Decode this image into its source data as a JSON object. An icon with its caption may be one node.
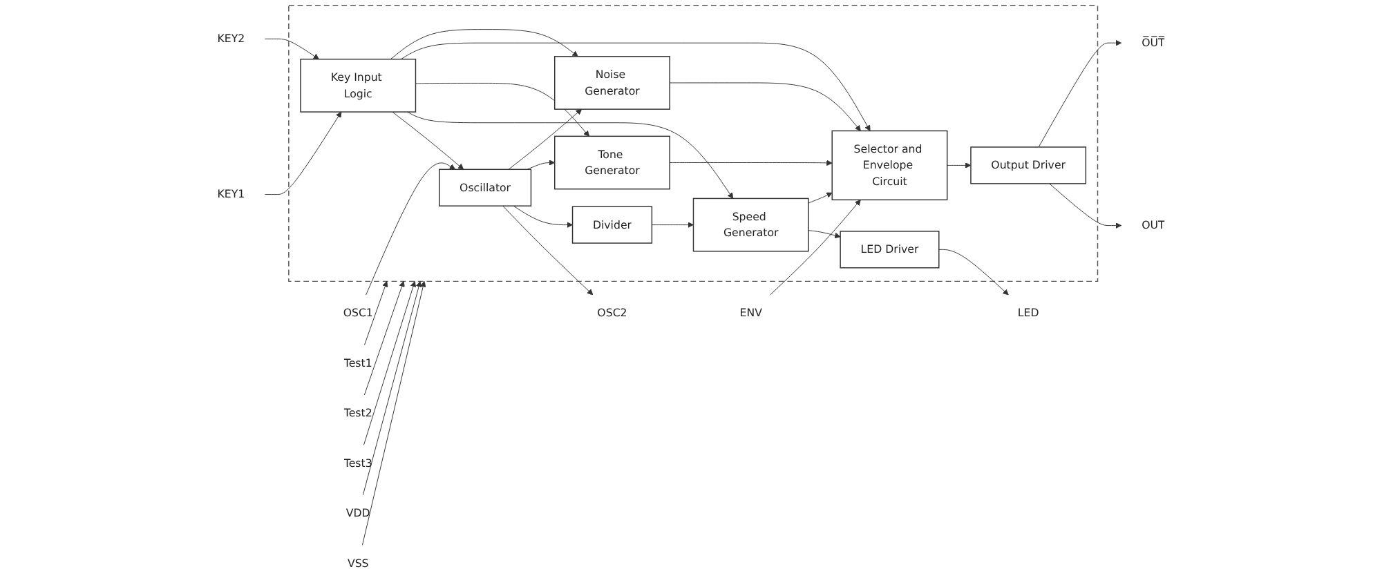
{
  "diagram": {
    "nodes": [
      {
        "text": [],
        "shape": "box"
      },
      {
        "text": [
          "OSC1"
        ]
      },
      {
        "text": [
          "OSC2"
        ]
      },
      {
        "text": [
          "KEY1"
        ]
      },
      {
        "text": [
          "KEY2"
        ]
      },
      {
        "text": [
          "Oscillator"
        ],
        "in": 0
      },
      {
        "text": [
          "Divider"
        ],
        "in": 0
      },
      {
        "text": [
          "Speed Generator"
        ],
        "in": 0
      },
      {
        "text": [
          "LED Driver"
        ],
        "in": 0
      },
      {
        "text": [
          "LED"
        ]
      },
      {
        "text": [
          "Key Input Logic"
        ],
        "in": 0
      },
      {
        "text": [
          "Tone Generator"
        ],
        "in": 0
      },
      {
        "text": [
          "Selector and Envelope Circuit"
        ],
        "in": 0
      },
      {
        "text": [
          "Output Driver"
        ],
        "in": 0
      },
      {
        "text": [
          "OUT"
        ]
      },
      {
        "text": [
          "O̅U̅T̅"
        ]
      },
      {
        "text": [
          "Noise Generator"
        ],
        "in": 0
      },
      {
        "text": [
          "Test1"
        ]
      },
      {
        "text": [
          "Test2"
        ]
      },
      {
        "text": [
          "Test3"
        ]
      },
      {
        "text": [
          "ENV"
        ]
      },
      {
        "text": [
          "VDD"
        ]
      },
      {
        "text": [
          "VSS"
        ]
      }
    ],
    "edges": [
      {
        "from": 1,
        "to": 5,
        "arrow": "to"
      },
      {
        "from": 5,
        "to": 2,
        "arrow": "to"
      },
      {
        "from": 3,
        "to": 10,
        "arrow": "to"
      },
      {
        "from": 4,
        "to": 10,
        "arrow": "to"
      },
      {
        "from": 10,
        "to": 5,
        "arrow": "to"
      },
      {
        "from": 5,
        "to": 6,
        "arrow": "to"
      },
      {
        "from": 5,
        "to": 11,
        "arrow": "to"
      },
      {
        "from": 5,
        "to": 16,
        "arrow": "to"
      },
      {
        "from": 10,
        "to": 7,
        "arrow": "to"
      },
      {
        "from": 10,
        "to": 11,
        "arrow": "to"
      },
      {
        "from": 10,
        "to": 12,
        "arrow": "to"
      },
      {
        "from": 10,
        "to": 16,
        "arrow": "to"
      },
      {
        "from": 6,
        "to": 7,
        "arrow": "to"
      },
      {
        "from": 7,
        "to": 8,
        "arrow": "to"
      },
      {
        "from": 7,
        "to": 12,
        "arrow": "to"
      },
      {
        "from": 11,
        "to": 12,
        "arrow": "to"
      },
      {
        "from": 16,
        "to": 12,
        "arrow": "to"
      },
      {
        "from": 12,
        "to": 13,
        "arrow": "to"
      },
      {
        "from": 8,
        "to": 9,
        "arrow": "to"
      },
      {
        "from": 13,
        "to": 14,
        "arrow": "to"
      },
      {
        "from": 13,
        "to": 15,
        "arrow": "to"
      },
      {
        "from": 17,
        "to": 0,
        "arrow": "to"
      },
      {
        "from": 18,
        "to": 0,
        "arrow": "to"
      },
      {
        "from": 19,
        "to": 0,
        "arrow": "to"
      },
      {
        "from": 20,
        "to": 12,
        "arrow": "to"
      },
      {
        "from": 21,
        "to": 0,
        "arrow": "to"
      },
      {
        "from": 22,
        "to": 0,
        "arrow": "to"
      }
    ]
  }
}
